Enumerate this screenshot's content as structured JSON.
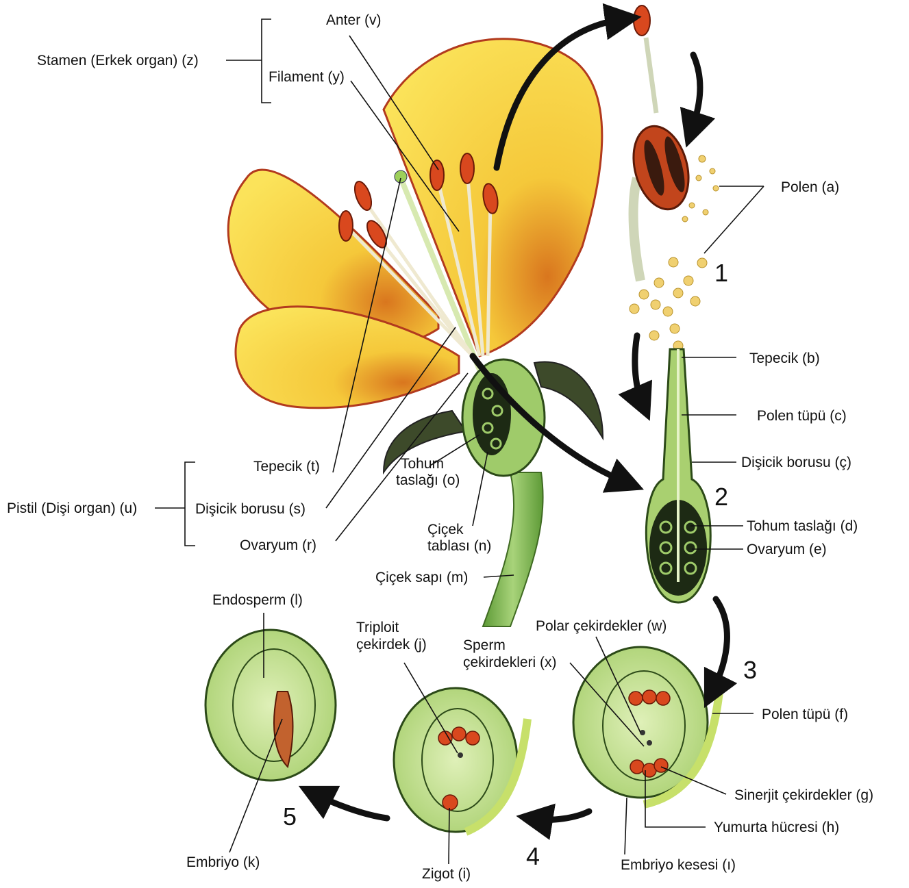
{
  "labels": {
    "stamen": "Stamen (Erkek organ) (z)",
    "anter": "Anter (v)",
    "filament": "Filament (y)",
    "polen_a": "Polen (a)",
    "tepecik_b": "Tepecik  (b)",
    "polen_tupu_c": "Polen tüpü (c)",
    "disicik_borusu_c": "Dişicik borusu (ç)",
    "tohum_taslagi_d": "Tohum taslağı (d)",
    "ovaryum_e": "Ovaryum (e)",
    "tepecik_t": "Tepecik  (t)",
    "pistil": "Pistil (Dişi organ) (u)",
    "disicik_borusu_s": "Dişicik borusu (s)",
    "ovaryum_r": "Ovaryum  (r)",
    "tohum_taslagi_o_1": "Tohum",
    "tohum_taslagi_o_2": "taslağı (o)",
    "cicek_tablasi_1": "Çiçek",
    "cicek_tablasi_2": "tablası (n)",
    "cicek_sapi": "Çiçek sapı (m)",
    "endosperm": "Endosperm  (l)",
    "triploit_1": "Triploit",
    "triploit_2": "çekirdek (j)",
    "sperm_1": "Sperm",
    "sperm_2": "çekirdekleri  (x)",
    "polar": "Polar çekirdekler (w)",
    "polen_tupu_f": "Polen tüpü  (f)",
    "sinerjit": "Sinerjit çekirdekler  (g)",
    "yumurta": "Yumurta hücresi  (h)",
    "embriyo_kesesi": "Embriyo kesesi  (ı)",
    "zigot": "Zigot  (i)",
    "embriyo": "Embriyo  (k)"
  },
  "steps": [
    "1",
    "2",
    "3",
    "4",
    "5"
  ],
  "colors": {
    "petal": "#f7e04a",
    "petal_edge": "#b23a1e",
    "anther": "#d9481e",
    "ovule_green": "#c9e59a",
    "stem_green": "#7fb64a",
    "pollen": "#f0d070"
  }
}
